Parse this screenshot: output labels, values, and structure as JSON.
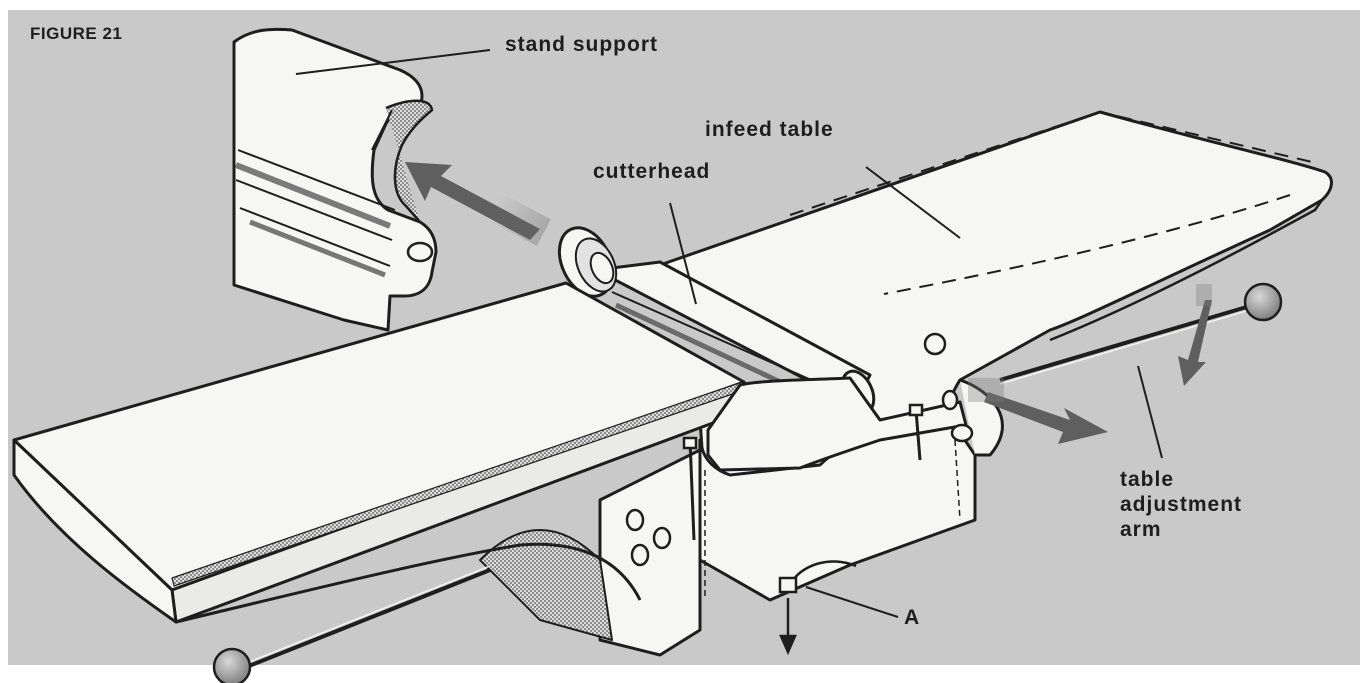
{
  "figure": {
    "number_label": "FIGURE 21",
    "colors": {
      "background": "#c9c9c9",
      "line": "#1e1e1e",
      "part_fill": "#f6f6f3",
      "stipple": "#8a8a8a"
    },
    "labels": {
      "stand_support": "stand support",
      "infeed_table": "infeed table",
      "cutterhead": "cutterhead",
      "table_adjustment_arm_line1": "table",
      "table_adjustment_arm_line2": "adjustment",
      "table_adjustment_arm_line3": "arm",
      "point_a": "A"
    }
  }
}
